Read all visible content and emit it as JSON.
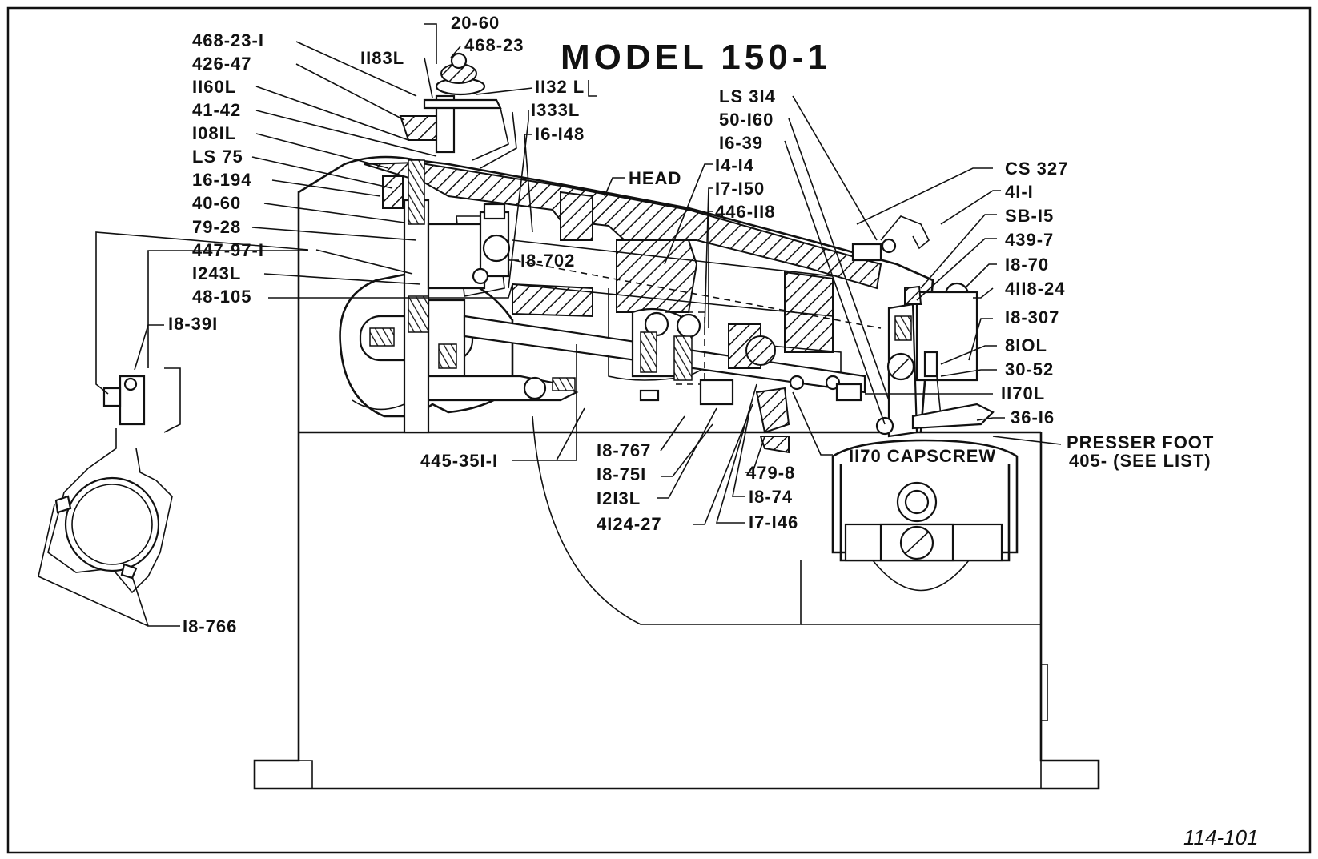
{
  "title": "MODEL 150-1",
  "drawing_number": "114-101",
  "labels": {
    "p20_60": "20-60",
    "p468_23": "468-23",
    "p468_23_1": "468-23-I",
    "p426_47": "426-47",
    "p1160L": "II60L",
    "p41_42": "41-42",
    "p1081L": "I08IL",
    "pLS75": "LS 75",
    "p16_194": "16-194",
    "p40_60": "40-60",
    "p79_28": "79-28",
    "p447_97_1": "447-97-I",
    "p1243L": "I243L",
    "p48_105": "48-105",
    "p18_391": "I8-39I",
    "p18_766": "I8-766",
    "p1183L": "II83L",
    "p1132L": "II32 L",
    "p1333L": "I333L",
    "p16_148": "I6-I48",
    "head": "HEAD",
    "p18_702": "I8-702",
    "pLS314": "LS 3I4",
    "p50_160": "50-I60",
    "p16_39": "I6-39",
    "p14_14": "I4-I4",
    "p17_150": "I7-I50",
    "p446_118": "446-II8",
    "pCS327": "CS 327",
    "p41_1": "4I-I",
    "pSB15": "SB-I5",
    "p439_7": "439-7",
    "p18_70": "I8-70",
    "p4118_24": "4II8-24",
    "p18_307": "I8-307",
    "p810L": "8IOL",
    "p30_52": "30-52",
    "p1170L": "II70L",
    "p36_16": "36-I6",
    "presser_foot": "PRESSER FOOT",
    "presser_foot_sub": "405-  (SEE LIST)",
    "p1170_capscrew": "II70 CAPSCREW",
    "p445_351_1": "445-35I-I",
    "p18_767": "I8-767",
    "p18_751": "I8-75I",
    "p1213L": "I2I3L",
    "p4124_27": "4I24-27",
    "p479_8": "479-8",
    "p18_74": "I8-74",
    "p17_146": "I7-I46"
  }
}
